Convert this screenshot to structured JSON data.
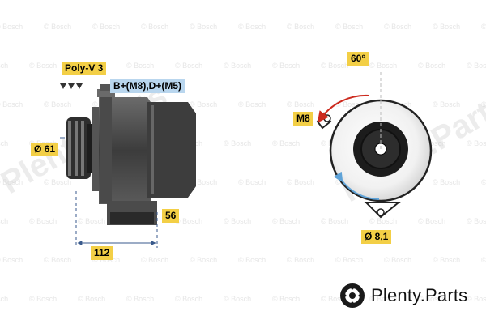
{
  "labels": {
    "belt": "Poly-V 3",
    "terminals": "B+(M8),D+(M5)",
    "pulley_diameter": "Ø 61",
    "body_length": "112",
    "mount_width": "56",
    "hole_thread": "M8",
    "angle": "60°",
    "hole_diameter": "Ø 8,1"
  },
  "watermark": {
    "repeat_text": "© Bosch",
    "brand_text": "Plenty.Parts",
    "diagonal_text": "Plenty.Parts"
  },
  "colors": {
    "label_yellow": "#f3cf46",
    "label_blue": "#b9d6ee",
    "dim_line": "#3a5a8c",
    "arrow_red": "#cc2a1e",
    "rotation_blue": "#5fa3d8"
  }
}
